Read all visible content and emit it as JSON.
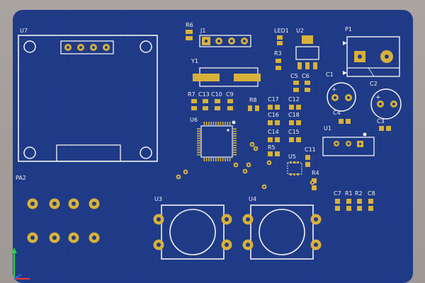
{
  "viewer": {
    "board_color": "#1f3a86",
    "silkscreen_color": "#f4f4f4",
    "pad_color": "#d8b13a"
  },
  "designators": {
    "U7": "U7",
    "R6": "R6",
    "J1": "J1",
    "LED1": "LED1",
    "U2": "U2",
    "P1": "P1",
    "R3": "R3",
    "Y1": "Y1",
    "C5": "C5",
    "C6": "C6",
    "C1": "C1",
    "C2": "C2",
    "R7": "R7",
    "C13": "C13",
    "C10": "C10",
    "C9": "C9",
    "R8": "R8",
    "C17": "C17",
    "C12": "C12",
    "C16": "C16",
    "C18": "C18",
    "C4": "C4",
    "U6": "U6",
    "U1": "U1",
    "C3": "C3",
    "C14": "C14",
    "C15": "C15",
    "R5": "R5",
    "U5": "U5",
    "C11": "C11",
    "R4": "R4",
    "PA2": "PA2",
    "C7": "C7",
    "R1": "R1",
    "R2": "R2",
    "C8": "C8",
    "U3": "U3",
    "U4": "U4"
  },
  "axis": {
    "colors": [
      "#2fd04a",
      "#3a5fe0",
      "#e03a3a"
    ]
  }
}
